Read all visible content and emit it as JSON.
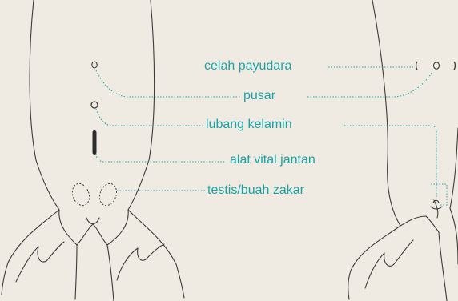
{
  "diagram": {
    "background_color": "#efebe2",
    "outline_color": "#3b3b3b",
    "label_color": "#1aa3a6",
    "leader_line_color": "#1aa3a6",
    "labels": {
      "mammary_slits": "celah payudara",
      "navel": "pusar",
      "genital_opening": "lubang kelamin",
      "male_organ": "alat vital jantan",
      "testes": "testis/buah zakar"
    }
  }
}
